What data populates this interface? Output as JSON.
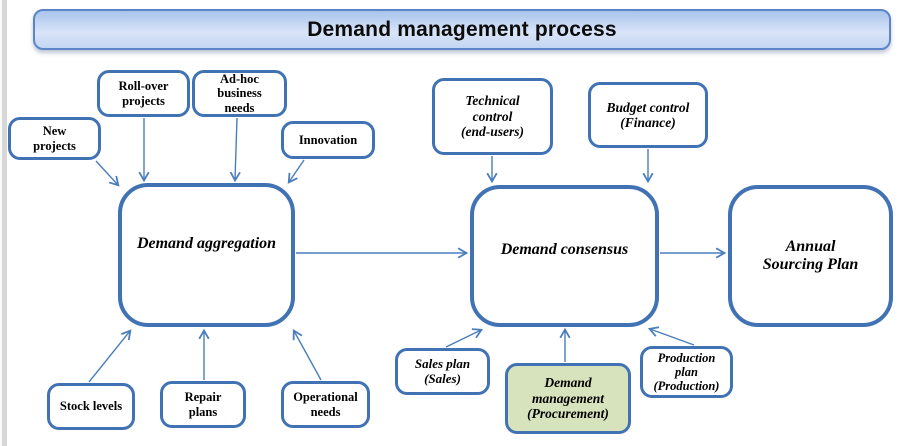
{
  "title": "Demand management process",
  "colors": {
    "box_border": "#4173b4",
    "arrow": "#4a7ebb",
    "highlight_fill": "#d6e3bc",
    "banner_top": "#a9c4ec",
    "banner_bottom": "#c3d6f3",
    "banner_border": "#5b85c7"
  },
  "nodes": {
    "new_projects": {
      "label": "New\nprojects"
    },
    "roll_over_projects": {
      "label": "Roll-over\nprojects"
    },
    "ad_hoc_business_needs": {
      "label": "Ad-hoc\nbusiness\nneeds"
    },
    "innovation": {
      "label": "Innovation"
    },
    "technical_control": {
      "label": "Technical\ncontrol\n(end-users)"
    },
    "budget_control": {
      "label": "Budget control\n(Finance)"
    },
    "demand_aggregation": {
      "label": "Demand aggregation"
    },
    "demand_consensus": {
      "label": "Demand consensus"
    },
    "annual_sourcing_plan": {
      "label": "Annual\nSourcing Plan"
    },
    "stock_levels": {
      "label": "Stock levels"
    },
    "repair_plans": {
      "label": "Repair\nplans"
    },
    "operational_needs": {
      "label": "Operational\nneeds"
    },
    "sales_plan": {
      "label": "Sales plan\n(Sales)"
    },
    "demand_management": {
      "label": "Demand\nmanagement\n(Procurement)"
    },
    "production_plan": {
      "label": "Production\nplan\n(Production)"
    }
  },
  "edges": [
    {
      "from": "new_projects",
      "to": "demand_aggregation"
    },
    {
      "from": "roll_over_projects",
      "to": "demand_aggregation"
    },
    {
      "from": "ad_hoc_business_needs",
      "to": "demand_aggregation"
    },
    {
      "from": "innovation",
      "to": "demand_aggregation"
    },
    {
      "from": "stock_levels",
      "to": "demand_aggregation"
    },
    {
      "from": "repair_plans",
      "to": "demand_aggregation"
    },
    {
      "from": "operational_needs",
      "to": "demand_aggregation"
    },
    {
      "from": "demand_aggregation",
      "to": "demand_consensus"
    },
    {
      "from": "technical_control",
      "to": "demand_consensus"
    },
    {
      "from": "budget_control",
      "to": "demand_consensus"
    },
    {
      "from": "sales_plan",
      "to": "demand_consensus"
    },
    {
      "from": "demand_management",
      "to": "demand_consensus"
    },
    {
      "from": "production_plan",
      "to": "demand_consensus"
    },
    {
      "from": "demand_consensus",
      "to": "annual_sourcing_plan"
    }
  ]
}
